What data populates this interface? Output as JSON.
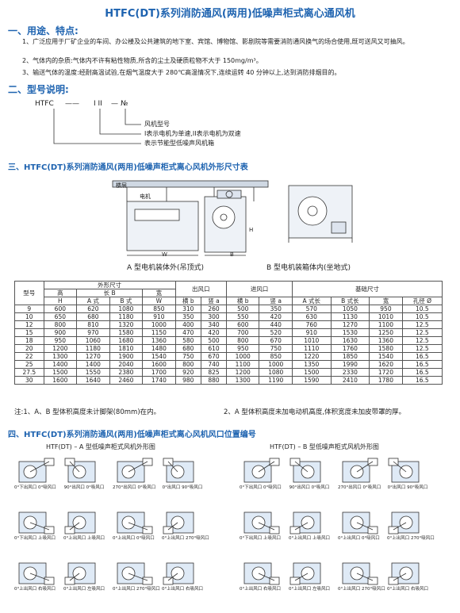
{
  "title": "HTFC(DT)系列消防通风(两用)低噪声柜式离心通风机",
  "sec1": {
    "heading": "一、用途、特点:",
    "p1": "1、广泛应用于厂矿企业的车间、办公楼及公共建筑的地下室、宾馆、博物馆、影剧院等需要消防通风换气的场合使用,既可送风又可抽风。",
    "p2": "2、气体内的杂质:气体内不许有粘性物质,所含的尘土及硬质粒物不大于 150mg/m³。",
    "p3": "3、输送气体的温度:经耐高温试验,在烟气温度大于 280℃高温情况下,连续运转 40 分钟以上,达到消防排烟目的。"
  },
  "sec2": {
    "heading": "二、型号说明:",
    "code": "HTFC",
    "dash1": "——",
    "roman": "I II",
    "dash2": "—",
    "no": "№",
    "l1": "风机型号",
    "l2": "I表示电机为单速,II表示电机为双速",
    "l3": "表示节能型低噪声风机箱"
  },
  "sec3": {
    "heading": "三、HTFC(DT)系列消防通风(两用)低噪声柜式离心风机外形尺寸表",
    "capA": "A 型电机装体外(吊顶式)",
    "capB": "B 型电机装箱体内(坐地式)",
    "lbl_floor": "楼层",
    "lbl_motor": "电机",
    "lbl_w": "W",
    "lbl_b": "B",
    "lbl_h": "H"
  },
  "table": {
    "h_model": "型号",
    "h_dims": "外形尺寸",
    "h_outlet": "出风口",
    "h_inlet": "进风口",
    "h_base": "基础尺寸",
    "h_high": "高",
    "h_H": "H",
    "h_lenB": "长 B",
    "h_A": "A 式",
    "h_B": "B 式",
    "h_width": "宽",
    "h_W": "W",
    "h_hb": "横 b",
    "h_va": "竖 a",
    "h_hb2": "横 b",
    "h_va2": "竖 a",
    "h_Alen": "A 式长",
    "h_Blen": "B 式长",
    "h_w2": "宽",
    "h_hole": "孔径 Ø",
    "rows": [
      [
        "9",
        "600",
        "620",
        "1080",
        "850",
        "310",
        "260",
        "500",
        "350",
        "570",
        "1050",
        "950",
        "10.5"
      ],
      [
        "10",
        "650",
        "680",
        "1180",
        "910",
        "350",
        "300",
        "550",
        "420",
        "630",
        "1130",
        "1010",
        "10.5"
      ],
      [
        "12",
        "800",
        "810",
        "1320",
        "1000",
        "400",
        "340",
        "600",
        "440",
        "760",
        "1270",
        "1100",
        "12.5"
      ],
      [
        "15",
        "900",
        "970",
        "1580",
        "1150",
        "470",
        "420",
        "700",
        "520",
        "910",
        "1530",
        "1250",
        "12.5"
      ],
      [
        "18",
        "950",
        "1060",
        "1680",
        "1360",
        "580",
        "500",
        "800",
        "670",
        "1010",
        "1630",
        "1360",
        "12.5"
      ],
      [
        "20",
        "1200",
        "1180",
        "1810",
        "1480",
        "680",
        "610",
        "950",
        "750",
        "1110",
        "1760",
        "1580",
        "12.5"
      ],
      [
        "22",
        "1300",
        "1270",
        "1900",
        "1540",
        "750",
        "670",
        "1000",
        "850",
        "1220",
        "1850",
        "1540",
        "16.5"
      ],
      [
        "25",
        "1400",
        "1400",
        "2040",
        "1600",
        "800",
        "740",
        "1100",
        "1000",
        "1350",
        "1990",
        "1620",
        "16.5"
      ],
      [
        "27.5",
        "1500",
        "1550",
        "2380",
        "1700",
        "920",
        "825",
        "1200",
        "1080",
        "1500",
        "2330",
        "1720",
        "16.5"
      ],
      [
        "30",
        "1600",
        "1640",
        "2460",
        "1740",
        "980",
        "880",
        "1300",
        "1190",
        "1590",
        "2410",
        "1780",
        "16.5"
      ]
    ]
  },
  "notes": {
    "n1": "注:1、A、B 型体积高度未计脚架(80mm)在内。",
    "n2": "2、A 型体积高度未加电动机高度,体积宽度未加皮带罩的厚。"
  },
  "sec4": {
    "heading": "四、HTFC(DT)系列消防通风(两用)低噪声柜式离心风机风口位置编号",
    "leftTitle": "HTF(DT) – A 型低噪声柜式风机外形图",
    "rightTitle": "HTF(DT) – B 型低噪声柜式风机外形图",
    "labelsRow1": [
      "0°下出风口 0°吸风口",
      "90°出风口 0°吸风口",
      "270°出风口 0°吸风口",
      "0°出风口 90°吸风口"
    ],
    "labelsRow2": [
      "0°下出风口 上吸风口",
      "0°上出风口 上吸风口",
      "0°上出风口 0°吸风口",
      "0°上出风口 270°吸风口"
    ],
    "labelsRow3": [
      "0°上出风口 右吸风口",
      "0°上出风口 左吸风口",
      "0°上出风口 270°吸风口",
      "0°上出风口 右吸风口"
    ]
  },
  "colors": {
    "accent": "#1e63b0",
    "thumbBg": "#dfeaf6",
    "thumbLine": "#333333"
  }
}
